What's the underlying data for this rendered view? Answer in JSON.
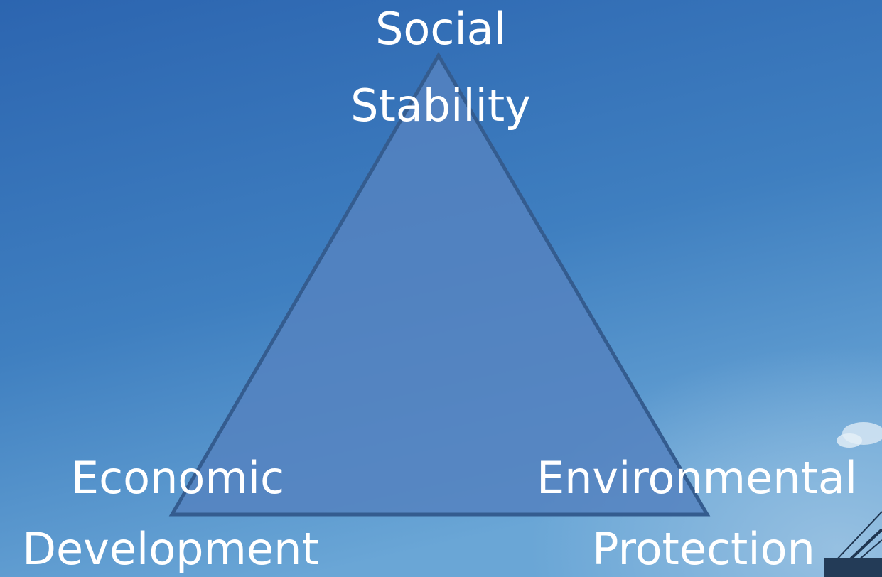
{
  "diagram": {
    "vertices": {
      "top": [
        "Social",
        "Stability"
      ],
      "bottom_left": [
        "Economic",
        "Development"
      ],
      "bottom_right": [
        "Environmental",
        "Protection"
      ]
    }
  },
  "colors": {
    "sky_top": "#2d68b3",
    "sky_bottom": "#66a3d4",
    "triangle_fill": "#527fbc",
    "triangle_stroke": "#335b8f",
    "label_text": "#ffffff"
  }
}
